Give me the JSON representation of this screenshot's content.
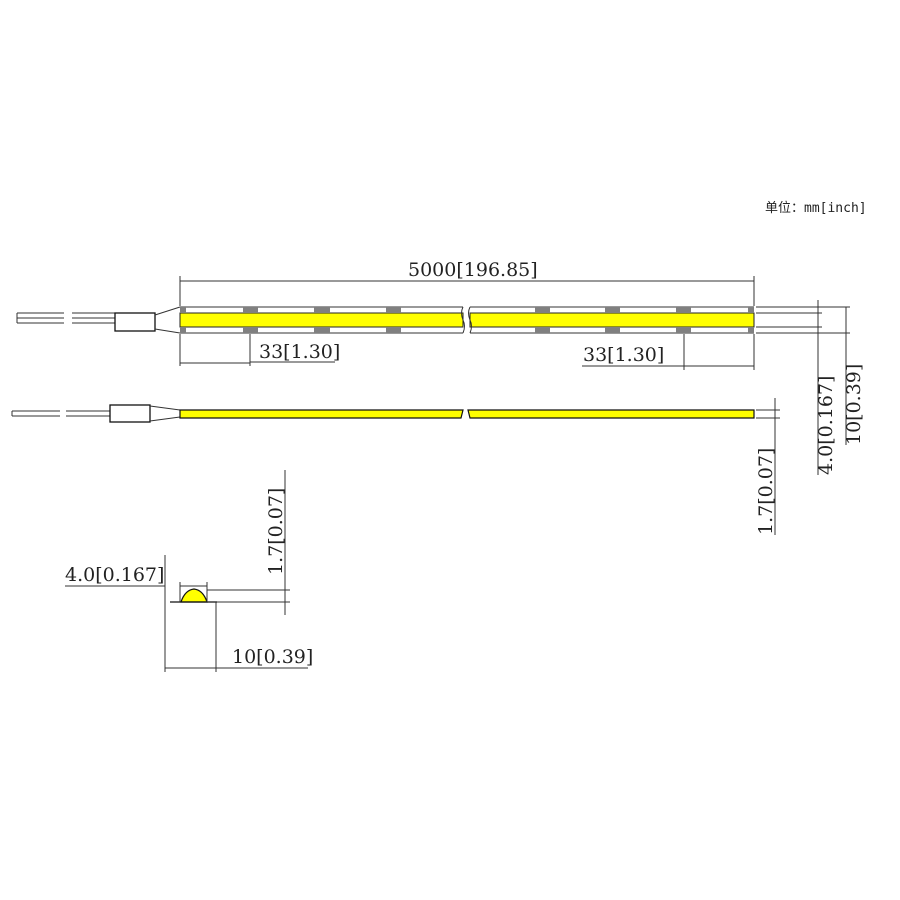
{
  "unit_label": "单位：mm[inch]",
  "dimensions": {
    "length": "5000[196.85]",
    "cut_left": "33[1.30]",
    "cut_right": "33[1.30]",
    "led_width_side": "4.0[0.167]",
    "strip_width_side": "10[0.39]",
    "thickness_side": "1.7[0.07]",
    "section_led_width": "4.0[0.167]",
    "section_thickness": "1.7[0.07]",
    "section_strip_width": "10[0.39]"
  },
  "colors": {
    "led": "#ffff00",
    "pad": "#808080",
    "line": "#222222"
  }
}
